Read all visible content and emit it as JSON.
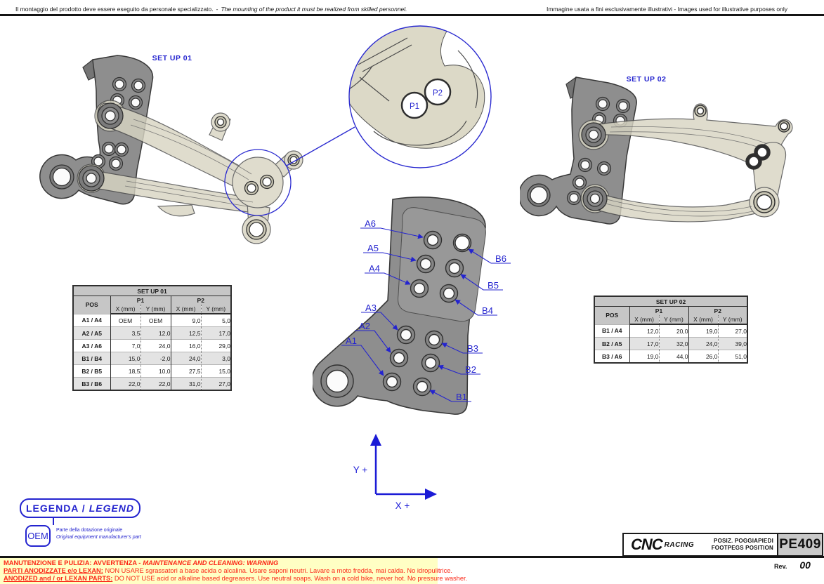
{
  "header": {
    "left_it": "Il montaggio del prodotto deve essere eseguito da personale specializzato.",
    "left_sep": "-",
    "left_en": "The mounting of the product it must be realized from skilled personnel.",
    "right": "Immagine usata a fini esclusivamente illustrativi - Images used for illustrative purposes only"
  },
  "figures": {
    "setup1_label": "SET UP 01",
    "setup2_label": "SET UP 02",
    "p1": "P1",
    "p2": "P2",
    "a_labels": [
      "A1",
      "A2",
      "A3",
      "A4",
      "A5",
      "A6"
    ],
    "b_labels": [
      "B1",
      "B2",
      "B3",
      "B4",
      "B5",
      "B6"
    ]
  },
  "axes": {
    "x_label": "X +",
    "y_label": "Y +"
  },
  "tables": {
    "setup01": {
      "title": "SET UP 01",
      "pos_header": "POS",
      "p1_header": "P1",
      "p2_header": "P2",
      "x_header": "X (mm)",
      "y_header": "Y (mm)",
      "rows": [
        {
          "pos": "A1 / A4",
          "p1x": "OEM",
          "p1y": "OEM",
          "p2x": "9,0",
          "p2y": "5,0"
        },
        {
          "pos": "A2 / A5",
          "p1x": "3,5",
          "p1y": "12,0",
          "p2x": "12,5",
          "p2y": "17,0"
        },
        {
          "pos": "A3 / A6",
          "p1x": "7,0",
          "p1y": "24,0",
          "p2x": "16,0",
          "p2y": "29,0"
        },
        {
          "pos": "B1 / B4",
          "p1x": "15,0",
          "p1y": "-2,0",
          "p2x": "24,0",
          "p2y": "3,0"
        },
        {
          "pos": "B2 / B5",
          "p1x": "18,5",
          "p1y": "10,0",
          "p2x": "27,5",
          "p2y": "15,0"
        },
        {
          "pos": "B3 / B6",
          "p1x": "22,0",
          "p1y": "22,0",
          "p2x": "31,0",
          "p2y": "27,0"
        }
      ]
    },
    "setup02": {
      "title": "SET UP 02",
      "pos_header": "POS",
      "p1_header": "P1",
      "p2_header": "P2",
      "x_header": "X (mm)",
      "y_header": "Y (mm)",
      "rows": [
        {
          "pos": "B1 / A4",
          "p1x": "12,0",
          "p1y": "20,0",
          "p2x": "19,0",
          "p2y": "27,0"
        },
        {
          "pos": "B2 / A5",
          "p1x": "17,0",
          "p1y": "32,0",
          "p2x": "24,0",
          "p2y": "39,0"
        },
        {
          "pos": "B3 / A6",
          "p1x": "19,0",
          "p1y": "44,0",
          "p2x": "26,0",
          "p2y": "51,0"
        }
      ]
    }
  },
  "legend": {
    "title_it": "LEGENDA /",
    "title_en": "LEGEND",
    "oem": "OEM",
    "line_it": "Parte della dotazione originale",
    "line_en": "Original equipment manufacturer's part"
  },
  "title_block": {
    "brand_cnc": "CNC",
    "brand_racing": "RACING",
    "subtitle_it": "POSIZ. POGGIAPIEDI",
    "subtitle_en": "FOOTPEGS POSITION",
    "code": "PE409"
  },
  "rev": {
    "label": "Rev.",
    "value": "00"
  },
  "warning": {
    "line1_it": "MANUTENZIONE E PULIZIA: AVVERTENZA -",
    "line1_en": "MAINTENANCE AND CLEANING: WARNING",
    "line2_head": "PARTI ANODIZZATE  e/o LEXAN:",
    "line2_rest": " NON USARE sgrassatori a base acida o alcalina. Usare saponi neutri. Lavare a moto fredda, mai calda. No idropulitrice.",
    "line3_head": "ANODIZED and / or LEXAN PARTS:",
    "line3_rest": " DO NOT USE acid or alkaline based degreasers. Use neutral soaps. Wash on a cold bike, never hot. No pressure washer."
  },
  "colors": {
    "annotation_blue": "#2424cf",
    "warning_red": "#fb2616",
    "warning_bg": "#ffffc4",
    "plate_gray": "#8e8e8e",
    "arm_beige": "#d8d5c3",
    "table_header_gray": "#c6c6c6"
  }
}
